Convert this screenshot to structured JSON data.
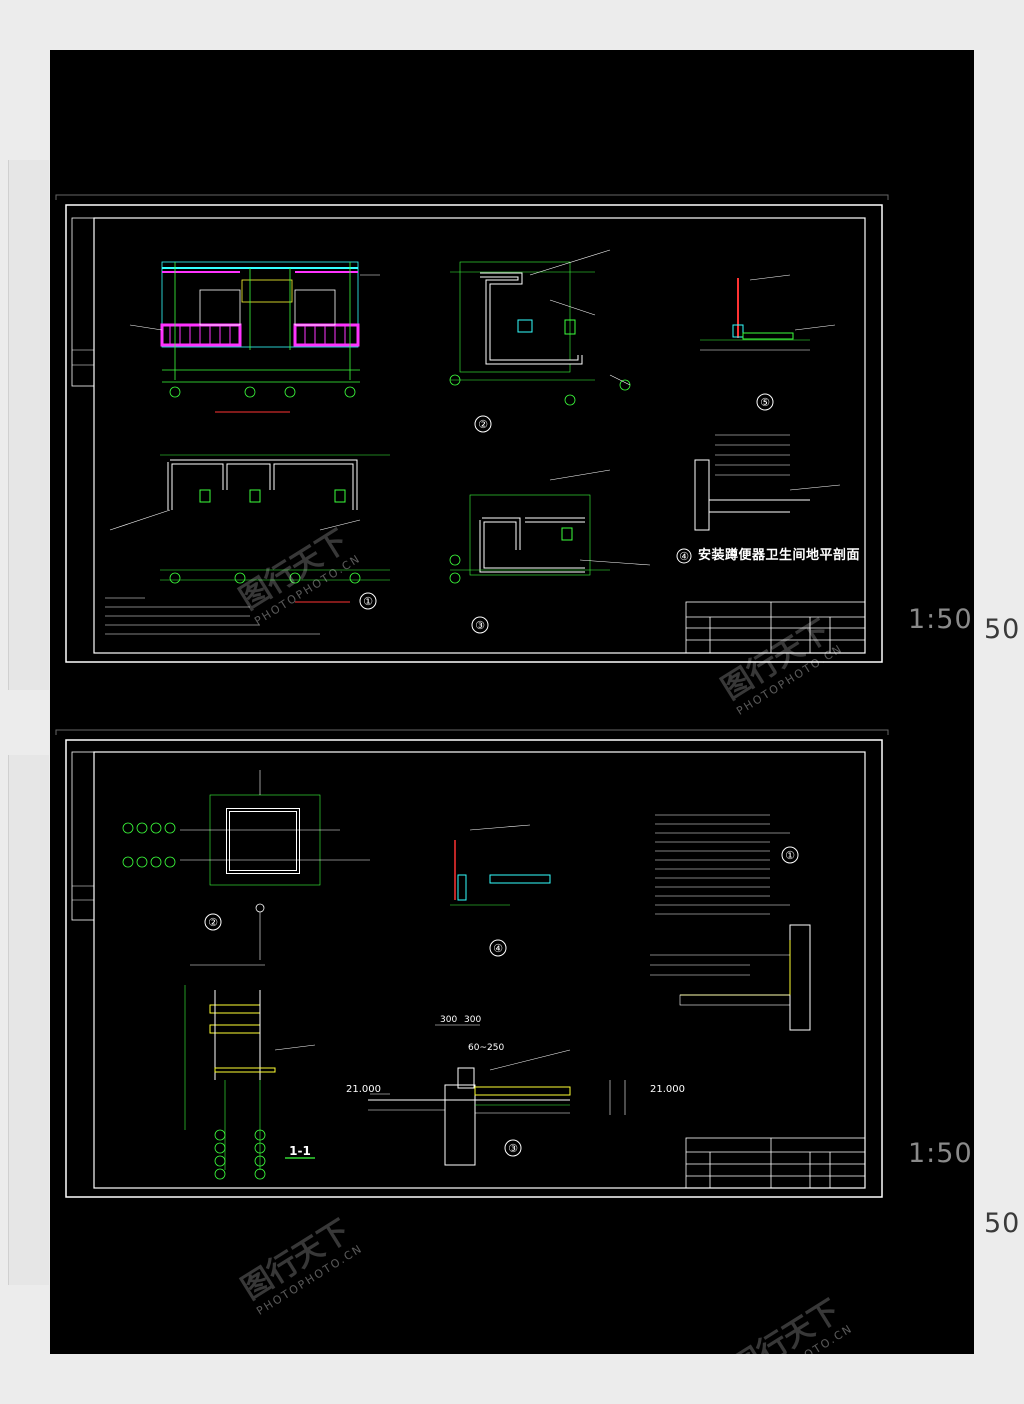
{
  "sheet1": {
    "scale": "1:50",
    "scale_ghost": "50",
    "detail_title": "安装蹲便器卫生间地平剖面",
    "detail_number": "④",
    "details": [
      "①",
      "②",
      "③",
      "④",
      "⑤"
    ]
  },
  "sheet2": {
    "scale": "1:50",
    "scale_ghost": "50",
    "section_label": "1-1",
    "details": [
      "①",
      "②",
      "③",
      "④"
    ],
    "elevations": [
      "21.000",
      "21.000"
    ],
    "dimensions": [
      "300",
      "300",
      "60~250"
    ]
  },
  "watermark": {
    "cn": "图行天下",
    "en": "PHOTOPHOTO.CN"
  },
  "colors": {
    "background": "#000000",
    "frame": "#ffffff",
    "dim_green": "#3cff3c",
    "magenta": "#ff33ff",
    "cyan": "#33ffff",
    "yellow": "#ffff33",
    "red": "#ff3333"
  }
}
